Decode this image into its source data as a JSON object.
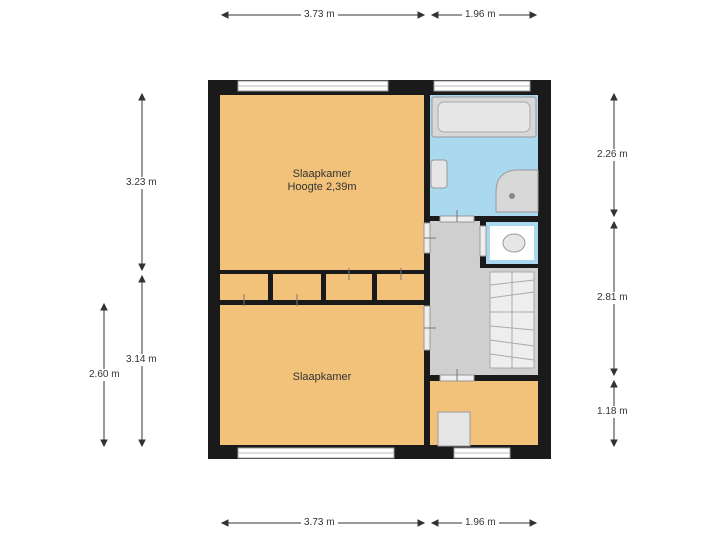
{
  "rooms": {
    "bedroom_top": {
      "name": "Slaapkamer",
      "height": "Hoogte 2,39m"
    },
    "bedroom_bottom": {
      "name": "Slaapkamer"
    }
  },
  "dimensions": {
    "top_left": "3.73 m",
    "top_right": "1.96 m",
    "bottom_left": "3.73 m",
    "bottom_right": "1.96 m",
    "left_outer": "2.60 m",
    "left_upper": "3.23 m",
    "left_lower": "3.14 m",
    "right_upper": "2.26 m",
    "right_middle": "2.81 m",
    "right_lower": "1.18 m"
  },
  "colors": {
    "wall": "#1a1a1a",
    "bedroom_floor": "#f2c27a",
    "bathroom_floor": "#a9d8ef",
    "hallway_floor": "#cfcfcf",
    "fixture": "#d8d8d8"
  }
}
